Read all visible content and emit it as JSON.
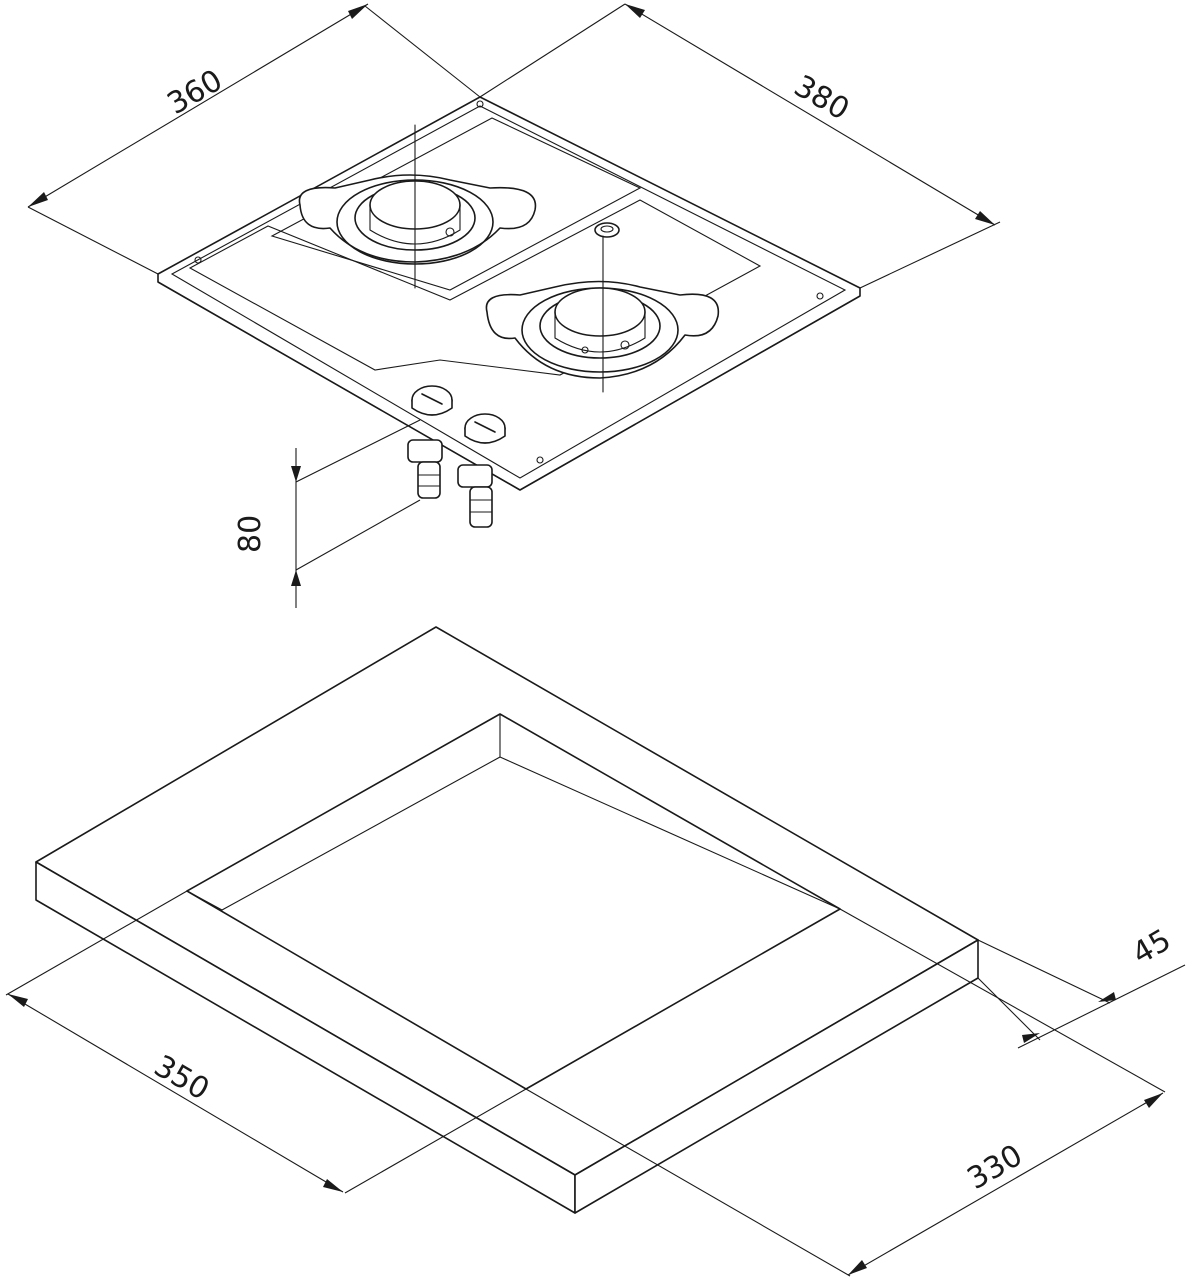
{
  "dimensions": {
    "hob_width": "360",
    "hob_depth": "380",
    "hob_height_below": "80",
    "cutout_width": "350",
    "cutout_depth": "330",
    "worktop_thickness": "45"
  },
  "colors": {
    "line": "#1a1a1a",
    "background": "#ffffff"
  }
}
